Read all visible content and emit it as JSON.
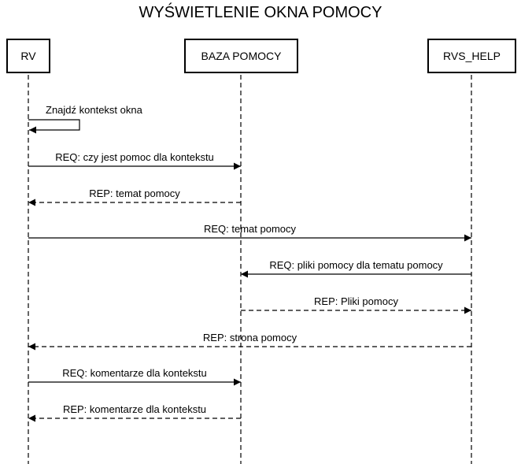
{
  "title": "WYŚWIETLENIE OKNA POMOCY",
  "actors": [
    {
      "id": "rv",
      "label": "RV"
    },
    {
      "id": "baza",
      "label": "BAZA POMOCY"
    },
    {
      "id": "rvs",
      "label": "RVS_HELP"
    }
  ],
  "messages": [
    {
      "label": "Znajdź kontekst okna",
      "from": "RV",
      "to": "RV",
      "style": "solid"
    },
    {
      "label": "REQ: czy jest pomoc dla kontekstu",
      "from": "RV",
      "to": "BAZA POMOCY",
      "style": "solid"
    },
    {
      "label": "REP: temat pomocy",
      "from": "BAZA POMOCY",
      "to": "RV",
      "style": "dashed"
    },
    {
      "label": "REQ: temat pomocy",
      "from": "RV",
      "to": "RVS_HELP",
      "style": "solid"
    },
    {
      "label": "REQ: pliki pomocy dla tematu pomocy",
      "from": "RVS_HELP",
      "to": "BAZA POMOCY",
      "style": "solid"
    },
    {
      "label": "REP: Pliki pomocy",
      "from": "BAZA POMOCY",
      "to": "RVS_HELP",
      "style": "dashed"
    },
    {
      "label": "REP: strona pomocy",
      "from": "RVS_HELP",
      "to": "RV",
      "style": "dashed"
    },
    {
      "label": "REQ: komentarze dla kontekstu",
      "from": "RV",
      "to": "BAZA POMOCY",
      "style": "solid"
    },
    {
      "label": "REP: komentarze dla kontekstu",
      "from": "BAZA POMOCY",
      "to": "RV",
      "style": "dashed"
    }
  ]
}
